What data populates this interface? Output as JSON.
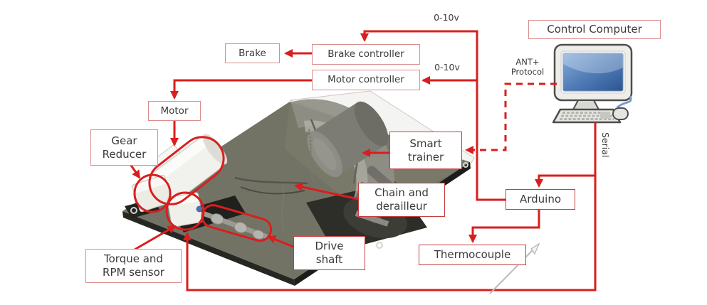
{
  "diagram": {
    "boxes": {
      "brake": "Brake",
      "brake_controller": "Brake controller",
      "motor_controller": "Motor controller",
      "motor": "Motor",
      "gear_reducer": "Gear\nReducer",
      "smart_trainer": "Smart\ntrainer",
      "chain_derailleur": "Chain and\nderailleur",
      "drive_shaft": "Drive\nshaft",
      "torque_rpm": "Torque and\nRPM sensor",
      "arduino": "Arduino",
      "thermocouple": "Thermocouple",
      "control_computer": "Control Computer"
    },
    "wire_labels": {
      "brake_voltage": "0-10v",
      "motor_voltage": "0-10v",
      "ant_protocol": "ANT+\nProtocol",
      "serial": "Serial"
    },
    "colors": {
      "arrow_red": "#da1e1e",
      "box_border_light": "#da8e8e",
      "box_border_strong": "#c53e3e",
      "text": "#3b3b3b",
      "screen_blue": "#3f6fae"
    },
    "icons": {
      "computer": "desktop-computer-icon"
    }
  }
}
